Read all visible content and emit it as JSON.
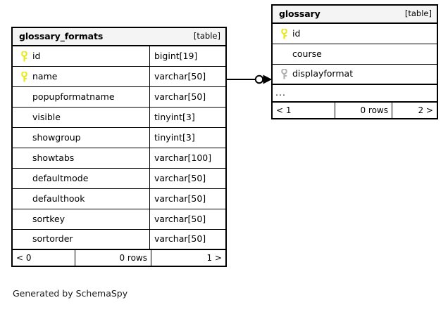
{
  "diagram": {
    "caption": "Generated by SchemaSpy",
    "background_color": "#ffffff",
    "border_color": "#000000",
    "header_fill": "#f4f4f4",
    "primary_key_color": "#e8e81c",
    "foreign_key_color": "#b0b0b0"
  },
  "tables": [
    {
      "id": "glossary_formats",
      "name": "glossary_formats",
      "kind": "[table]",
      "columns": [
        {
          "name": "id",
          "type": "bigint[19]",
          "key": "primary"
        },
        {
          "name": "name",
          "type": "varchar[50]",
          "key": "primary"
        },
        {
          "name": "popupformatname",
          "type": "varchar[50]",
          "key": "none"
        },
        {
          "name": "visible",
          "type": "tinyint[3]",
          "key": "none"
        },
        {
          "name": "showgroup",
          "type": "tinyint[3]",
          "key": "none"
        },
        {
          "name": "showtabs",
          "type": "varchar[100]",
          "key": "none"
        },
        {
          "name": "defaultmode",
          "type": "varchar[50]",
          "key": "none"
        },
        {
          "name": "defaulthook",
          "type": "varchar[50]",
          "key": "none"
        },
        {
          "name": "sortkey",
          "type": "varchar[50]",
          "key": "none"
        },
        {
          "name": "sortorder",
          "type": "varchar[50]",
          "key": "none"
        }
      ],
      "has_ellipsis": false,
      "footer": {
        "prev": "< 0",
        "rows": "0 rows",
        "next": "1 >"
      }
    },
    {
      "id": "glossary",
      "name": "glossary",
      "kind": "[table]",
      "columns": [
        {
          "name": "id",
          "type": "",
          "key": "primary"
        },
        {
          "name": "course",
          "type": "",
          "key": "none"
        },
        {
          "name": "displayformat",
          "type": "",
          "key": "foreign"
        }
      ],
      "has_ellipsis": true,
      "ellipsis": "...",
      "footer": {
        "prev": "< 1",
        "rows": "0 rows",
        "next": "2 >"
      }
    }
  ],
  "relationship": {
    "from_table": "glossary_formats",
    "from_column": "name",
    "to_table": "glossary",
    "to_column": "displayformat",
    "notation": "crows-foot",
    "from_cardinality": "zero-or-one",
    "to_cardinality": "many"
  }
}
